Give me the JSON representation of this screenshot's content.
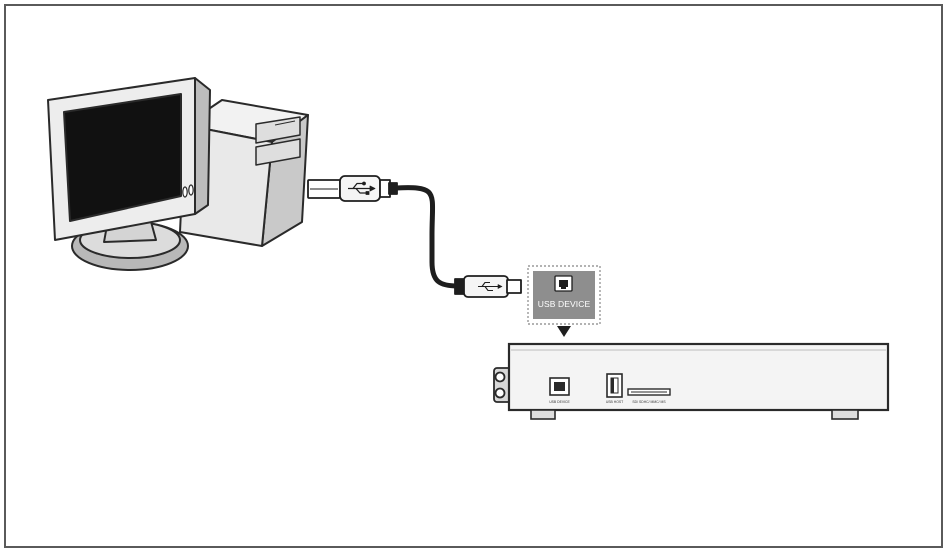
{
  "callout": {
    "label": "USB DEVICE"
  },
  "device_labels": {
    "usb_device_port": "USB DEVICE",
    "usb_host_port": "USB HOST",
    "card_slot": "SD/ SDHC/ MMC/ MS"
  },
  "colors": {
    "outline": "#2a2a2a",
    "cable": "#1e1e1e",
    "callout_fill": "#8e8e8e",
    "screen": "#111111"
  }
}
